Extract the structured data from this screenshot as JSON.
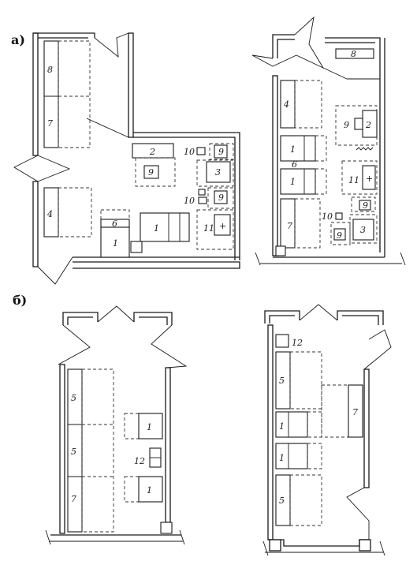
{
  "sections": [
    {
      "id": "a",
      "label": "а)"
    },
    {
      "id": "b",
      "label": "б)"
    }
  ],
  "labels": {
    "a1": {
      "n8": "8",
      "n7": "7",
      "n4": "4",
      "n2": "2",
      "n9a": "9",
      "n10a": "10",
      "n9b": "9",
      "n3": "3",
      "n10b": "10",
      "n9c": "9",
      "n6": "6",
      "n1a": "1",
      "n1b": "1",
      "n11": "11"
    },
    "a2": {
      "n8": "8",
      "n4": "4",
      "n9": "9",
      "n2": "2",
      "n1a": "1",
      "n6": "6",
      "n1b": "1",
      "n11": "11",
      "n7": "7",
      "n9b": "9",
      "n10": "10",
      "n9c": "9",
      "n3": "3"
    },
    "b1": {
      "n5a": "5",
      "n5b": "5",
      "n7": "7",
      "n1a": "1",
      "n12": "12",
      "n1b": "1"
    },
    "b2": {
      "n12": "12",
      "n5a": "5",
      "n7": "7",
      "n1a": "1",
      "n1b": "1",
      "n5b": "5"
    }
  }
}
